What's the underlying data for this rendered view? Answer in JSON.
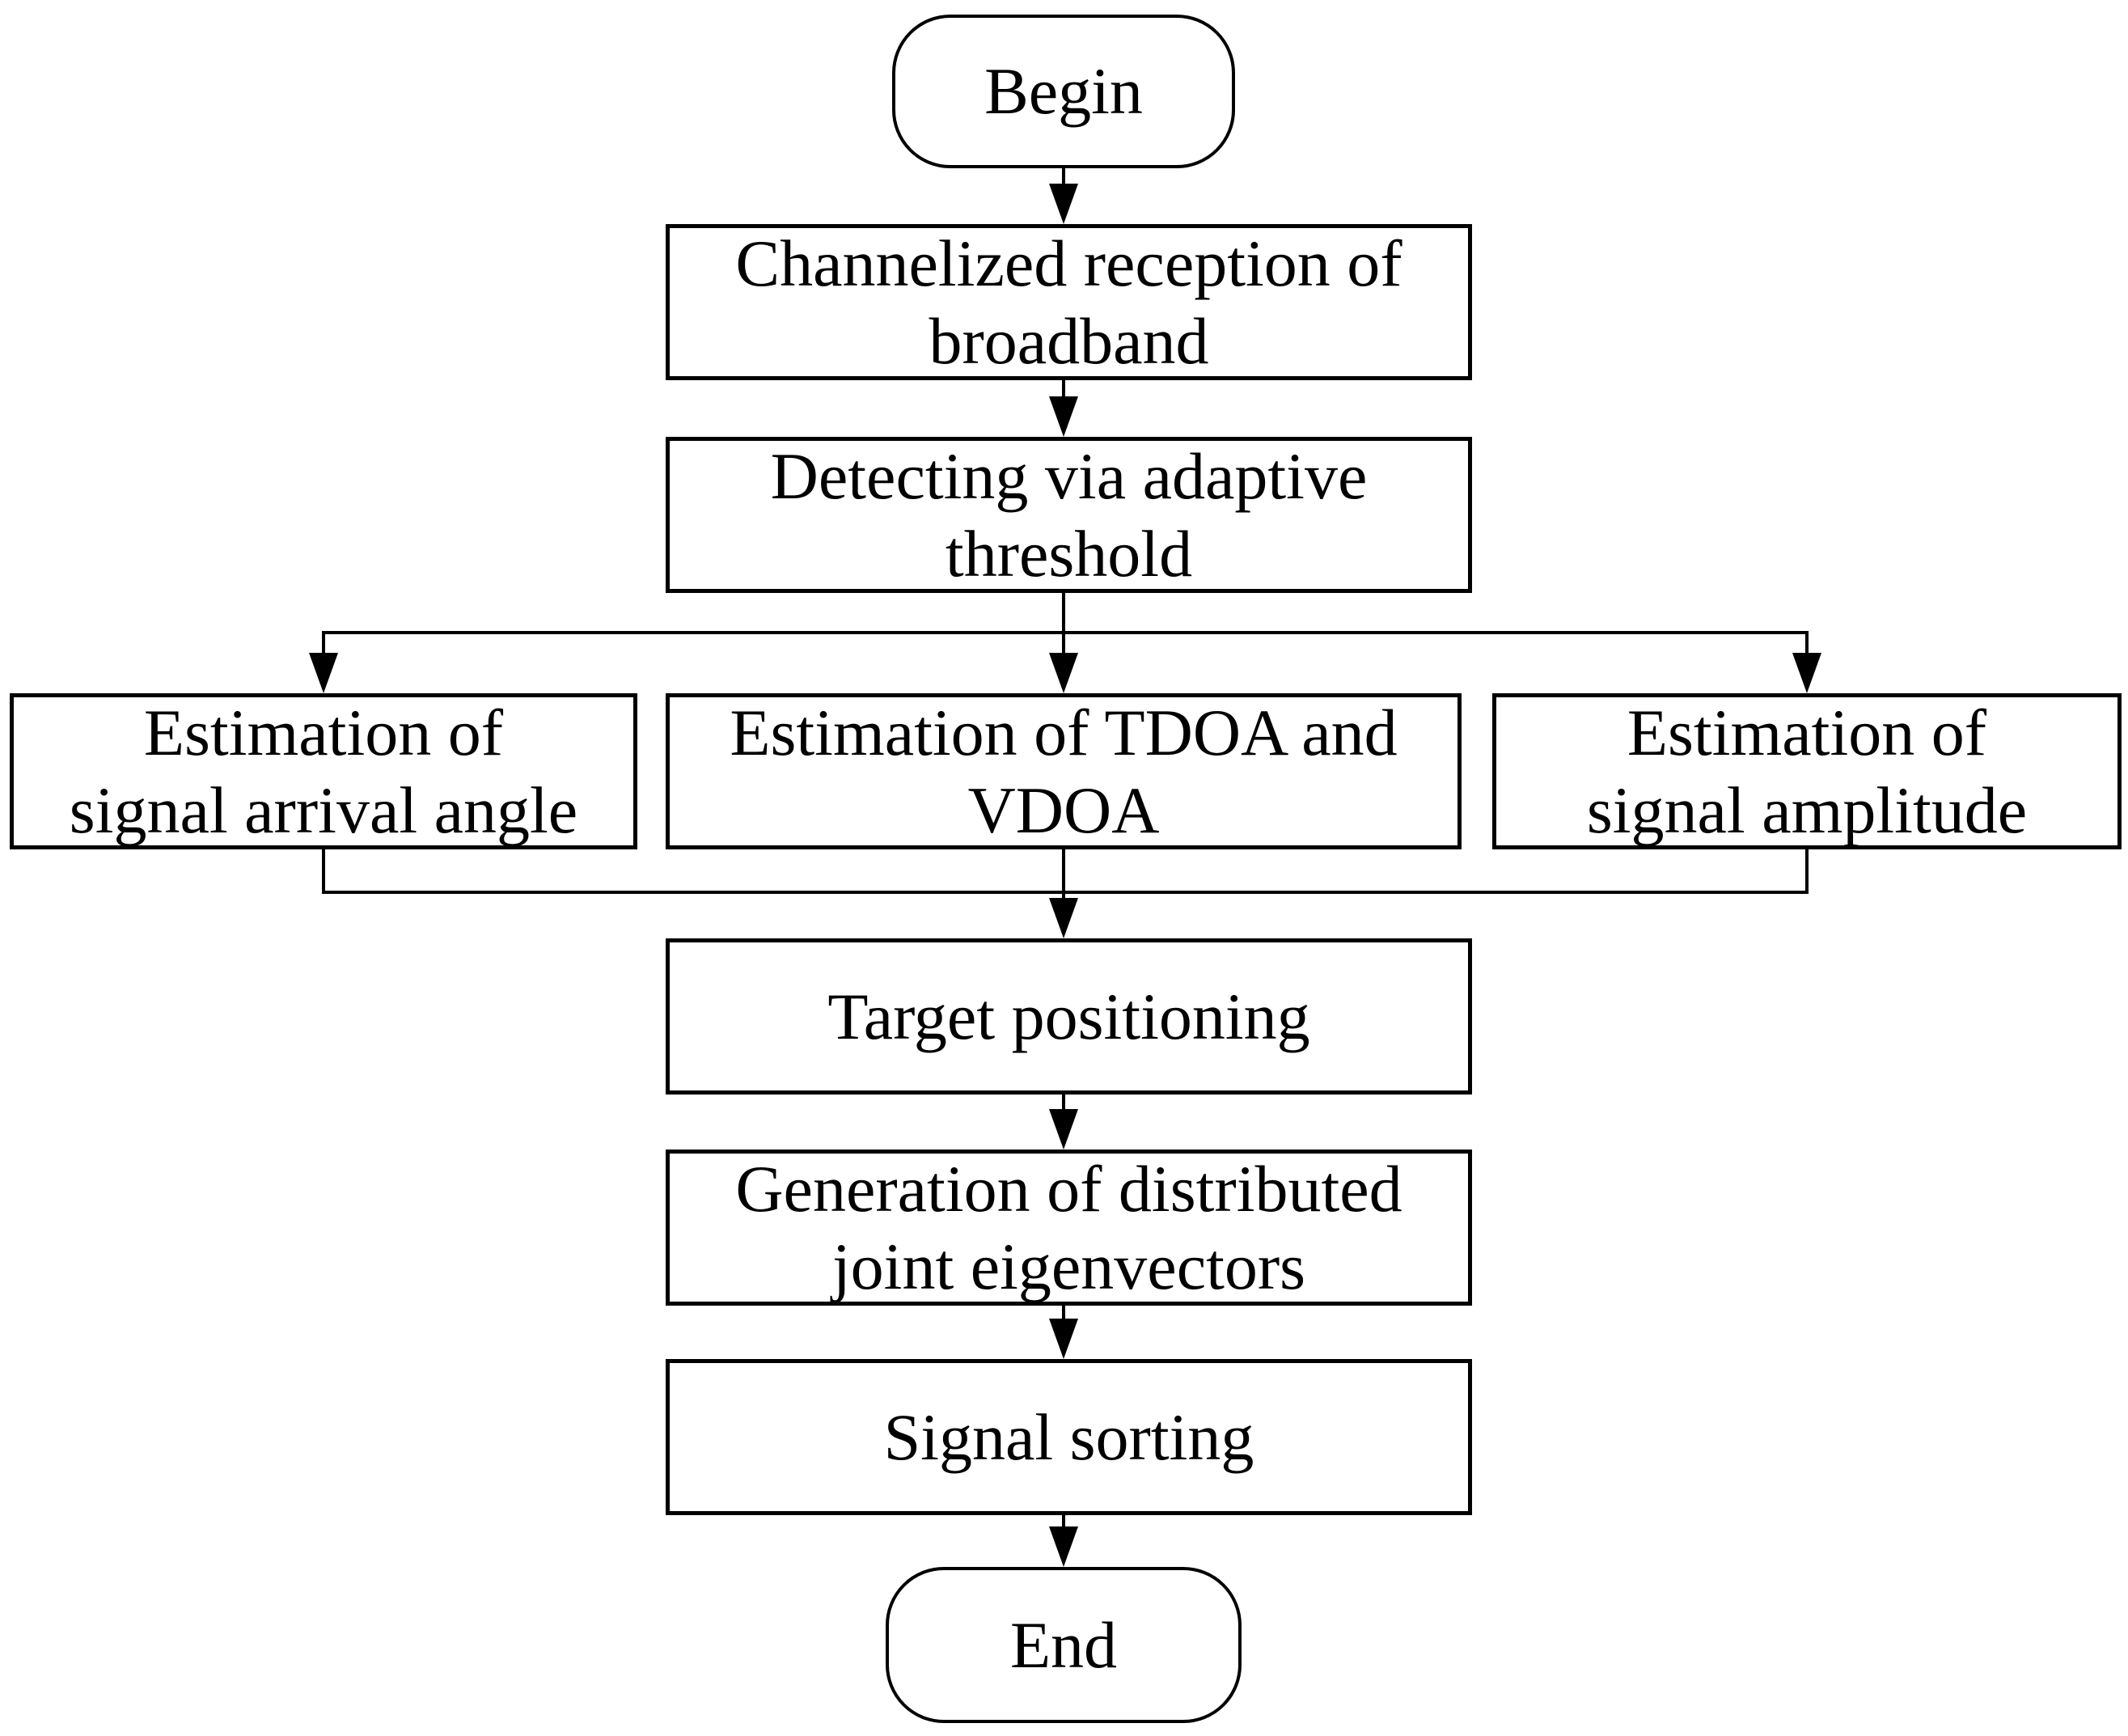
{
  "figure": {
    "type": "flowchart",
    "background_color": "#ffffff",
    "stroke_color": "#000000"
  },
  "nodes": {
    "begin": {
      "label": "Begin",
      "shape": "terminator"
    },
    "channelized": {
      "label": "Channelized reception of\nbroadband",
      "shape": "process"
    },
    "detecting": {
      "label": "Detecting via adaptive\nthreshold",
      "shape": "process"
    },
    "est_angle": {
      "label": "Estimation of\nsignal arrival angle",
      "shape": "process"
    },
    "est_tdoa": {
      "label": "Estimation of TDOA and\nVDOA",
      "shape": "process"
    },
    "est_amp": {
      "label": "Estimation of\nsignal amplitude",
      "shape": "process"
    },
    "target": {
      "label": "Target positioning",
      "shape": "process"
    },
    "generation": {
      "label": "Generation of distributed\njoint eigenvectors",
      "shape": "process"
    },
    "sorting": {
      "label": "Signal sorting",
      "shape": "process"
    },
    "end": {
      "label": "End",
      "shape": "terminator"
    }
  },
  "edges": [
    {
      "from": "begin",
      "to": "channelized"
    },
    {
      "from": "channelized",
      "to": "detecting"
    },
    {
      "from": "detecting",
      "to": "est_angle"
    },
    {
      "from": "detecting",
      "to": "est_tdoa"
    },
    {
      "from": "detecting",
      "to": "est_amp"
    },
    {
      "from": "est_angle",
      "to": "target"
    },
    {
      "from": "est_tdoa",
      "to": "target"
    },
    {
      "from": "est_amp",
      "to": "target"
    },
    {
      "from": "target",
      "to": "generation"
    },
    {
      "from": "generation",
      "to": "sorting"
    },
    {
      "from": "sorting",
      "to": "end"
    }
  ]
}
